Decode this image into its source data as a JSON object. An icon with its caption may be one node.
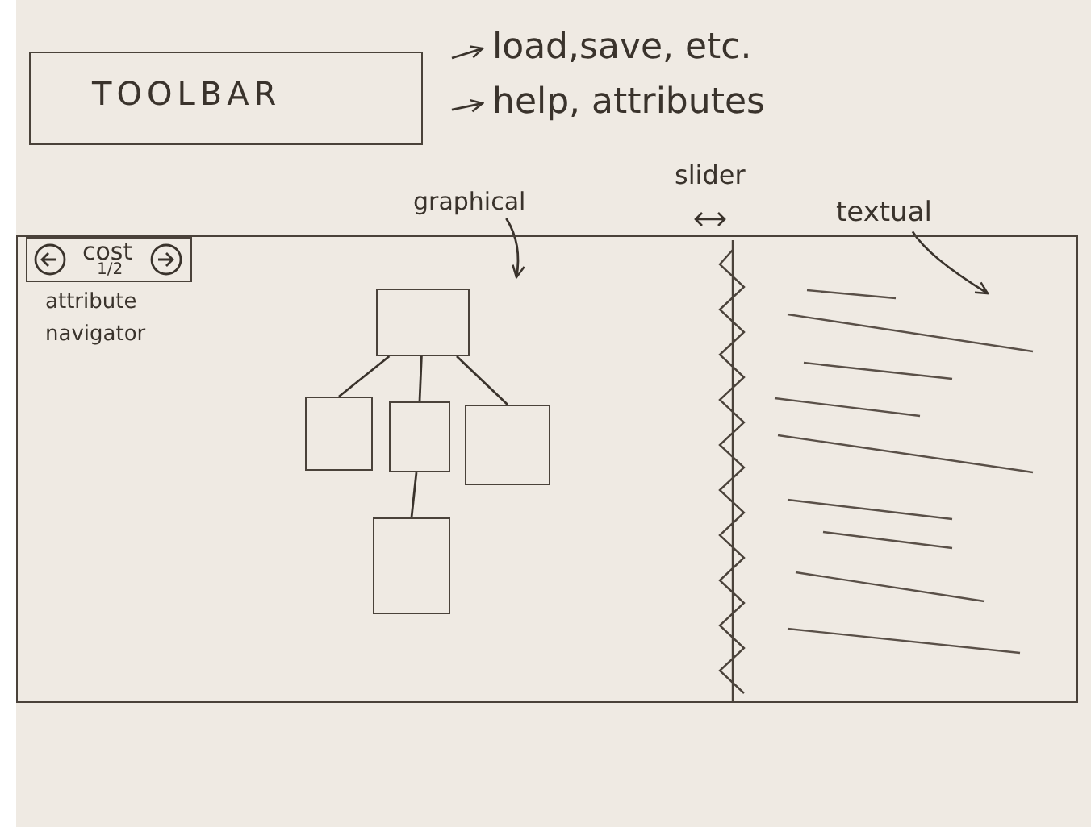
{
  "diagram": {
    "nodes": [
      {
        "text": [
          "TOOLBAR"
        ]
      },
      {
        "text": [
          "load,save, etc."
        ]
      },
      {
        "text": [
          "help, attributes"
        ]
      },
      {
        "text": [],
        "shape": "box"
      },
      {
        "text": [
          "cost",
          "1/2"
        ],
        "in": 3
      },
      {
        "text": [
          "graphical"
        ]
      },
      {
        "text": [
          "textual"
        ]
      },
      {
        "text": [],
        "shape": "box",
        "in": 3
      },
      {
        "text": [],
        "shape": "box",
        "in": 3
      },
      {
        "text": [],
        "shape": "box",
        "in": 3
      },
      {
        "text": [],
        "shape": "box",
        "in": 3
      },
      {
        "text": [],
        "shape": "box",
        "in": 3
      },
      {
        "text": [],
        "shape": "bar",
        "in": 3
      }
    ],
    "edges": [
      {
        "from": 0,
        "to": 1,
        "arrow": "to"
      },
      {
        "from": 0,
        "to": 2,
        "arrow": "to"
      },
      {
        "from": 5,
        "to": 3,
        "arrow": "to"
      },
      {
        "from": 6,
        "to": 3,
        "arrow": "to"
      },
      {
        "from": 7,
        "to": 8,
        "arrow": "none"
      },
      {
        "from": 7,
        "to": 9,
        "arrow": "none"
      },
      {
        "from": 7,
        "to": 10,
        "arrow": "none"
      },
      {
        "from": 9,
        "to": 11,
        "arrow": "none"
      }
    ],
    "labels": [
      "attribute navigator",
      "slider"
    ]
  }
}
